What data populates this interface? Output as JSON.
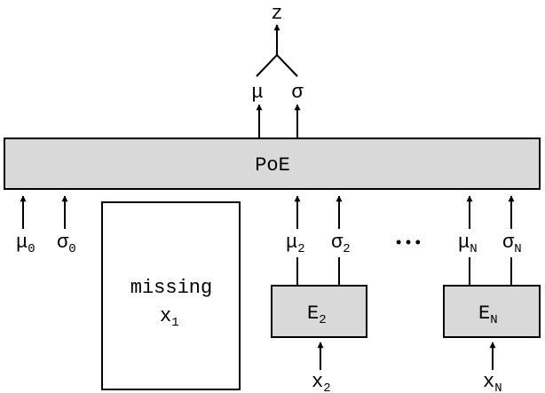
{
  "colors": {
    "box_fill": "#d9d9d9",
    "stroke": "#000000",
    "background": "#ffffff"
  },
  "output": {
    "label": "z",
    "mu": "μ",
    "sigma": "σ"
  },
  "poe": {
    "label": "PoE"
  },
  "prior": {
    "mu": "μ",
    "mu_sub": "0",
    "sigma": "σ",
    "sigma_sub": "0"
  },
  "missing": {
    "line1": "missing",
    "x": "x",
    "x_sub": "1"
  },
  "expert2": {
    "label": "E",
    "label_sub": "2",
    "mu": "μ",
    "mu_sub": "2",
    "sigma": "σ",
    "sigma_sub": "2",
    "x": "x",
    "x_sub": "2"
  },
  "ellipsis": "•••",
  "expertN": {
    "label": "E",
    "label_sub": "N",
    "mu": "μ",
    "mu_sub": "N",
    "sigma": "σ",
    "sigma_sub": "N",
    "x": "x",
    "x_sub": "N"
  }
}
